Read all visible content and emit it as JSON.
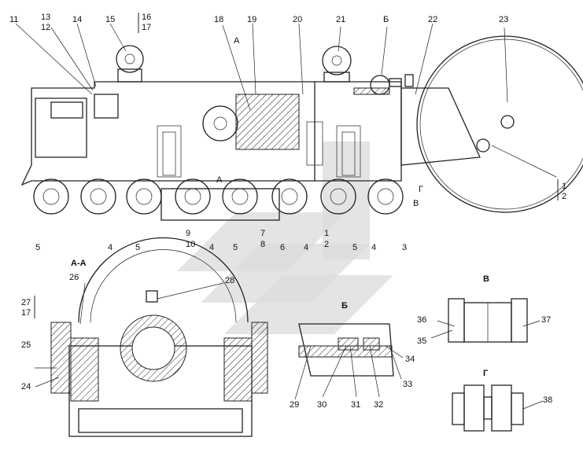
{
  "title": "Track frame assembly drawing",
  "callouts": {
    "top": [
      "11",
      "13",
      "12",
      "14",
      "15",
      "16",
      "17",
      "18",
      "19",
      "А",
      "20",
      "21",
      "Б",
      "22",
      "23"
    ],
    "right": [
      "1",
      "2",
      "Г",
      "В"
    ],
    "bottom": [
      "5",
      "4",
      "5",
      "9",
      "10",
      "4",
      "5",
      "7",
      "8",
      "6",
      "4",
      "1",
      "2",
      "5",
      "4",
      "3"
    ],
    "section_aa": {
      "title": "А-А",
      "labels": [
        "26",
        "28",
        "27",
        "17",
        "25",
        "24"
      ]
    },
    "view_b": {
      "title": "Б",
      "labels": [
        "29",
        "30",
        "31",
        "32",
        "33",
        "34"
      ]
    },
    "view_v": {
      "title": "В",
      "labels": [
        "36",
        "35",
        "37"
      ]
    },
    "view_g": {
      "title": "Г",
      "labels": [
        "38"
      ]
    },
    "section_mark": "А"
  }
}
